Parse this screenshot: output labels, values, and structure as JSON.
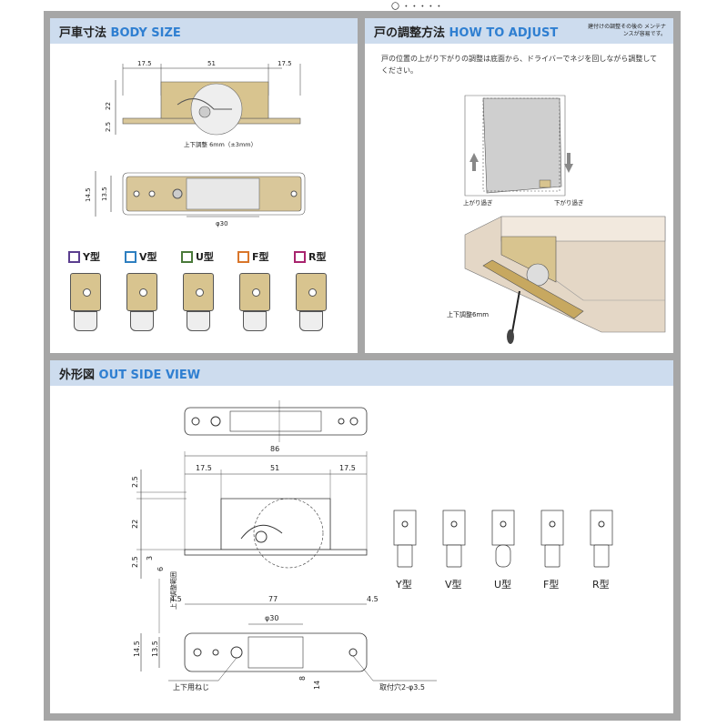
{
  "top_fragment": "〇 ・・・・・",
  "body_size": {
    "title_jp": "戸車寸法",
    "title_en": "BODY SIZE",
    "dim_left": "17.5",
    "dim_mid": "51",
    "dim_right": "17.5",
    "dim_h22": "22",
    "dim_h25": "2.5",
    "adjust_note": "上下調整 6mm（±3mm）",
    "dim_145": "14.5",
    "dim_135": "13.5",
    "dim_phi30": "φ30",
    "types": [
      {
        "label": "Y型",
        "color": "#5b3e8f"
      },
      {
        "label": "V型",
        "color": "#2e7fc0"
      },
      {
        "label": "U型",
        "color": "#4a7a3a"
      },
      {
        "label": "F型",
        "color": "#d9762b"
      },
      {
        "label": "R型",
        "color": "#a8246e"
      }
    ]
  },
  "how_to_adjust": {
    "title_jp": "戸の調整方法",
    "title_en": "HOW TO ADJUST",
    "note": "建付けの調整その後の メンテナンスが容易です。",
    "description": "戸の位置の上がり下がりの調整は底面から、ドライバーでネジを回しながら調整してください。",
    "label_up": "上がり過ぎ",
    "label_down": "下がり過ぎ",
    "label_adjust": "上下調整6mm"
  },
  "outside_view": {
    "title_jp": "外形図",
    "title_en": "OUT SIDE VIEW",
    "dim_86": "86",
    "dim_175a": "17.5",
    "dim_51": "51",
    "dim_175b": "17.5",
    "dim_25a": "2.5",
    "dim_22": "22",
    "dim_3": "3",
    "dim_25b": "2.5",
    "dim_6": "6",
    "range_label": "上下調整範囲",
    "dim_45a": "4.5",
    "dim_77": "77",
    "dim_45b": "4.5",
    "dim_phi30": "φ30",
    "dim_145": "14.5",
    "dim_135": "13.5",
    "dim_8": "8",
    "dim_14": "14",
    "screw_label": "上下用ねじ",
    "hole_label": "取付穴2-φ3.5",
    "types": [
      "Y型",
      "V型",
      "U型",
      "F型",
      "R型"
    ]
  }
}
